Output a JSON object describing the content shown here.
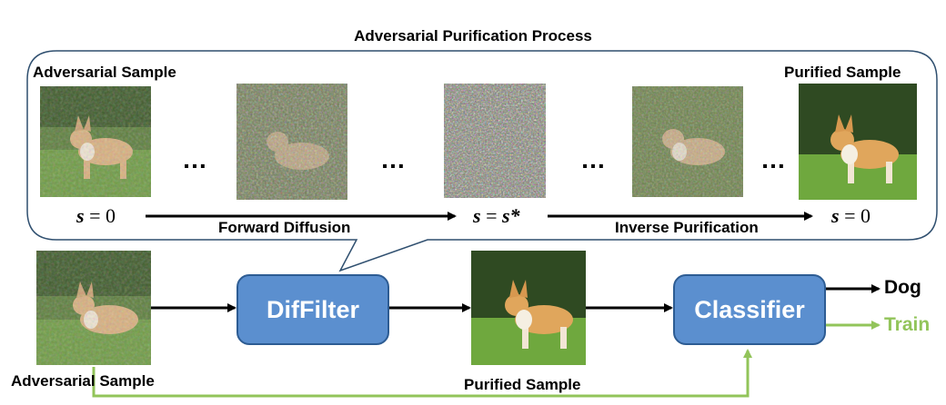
{
  "process_title": "Adversarial Purification Process",
  "top": {
    "adversarial_label": "Adversarial Sample",
    "purified_label": "Purified Sample",
    "s_start": "0",
    "s_mid": "s*",
    "s_end": "0",
    "forward_label": "Forward Diffusion",
    "inverse_label": "Inverse Purification",
    "ellipsis": "…"
  },
  "bottom": {
    "input_label": "Adversarial Sample",
    "purified_label": "Purified Sample",
    "diffilter_label": "DifFilter",
    "classifier_label": "Classifier",
    "output_dog": "Dog",
    "output_train": "Train"
  },
  "colors": {
    "box_fill": "#5b8fcf",
    "box_border": "#2d5c93",
    "train_green": "#92c45a",
    "bubble_border": "#2f4f6f"
  }
}
